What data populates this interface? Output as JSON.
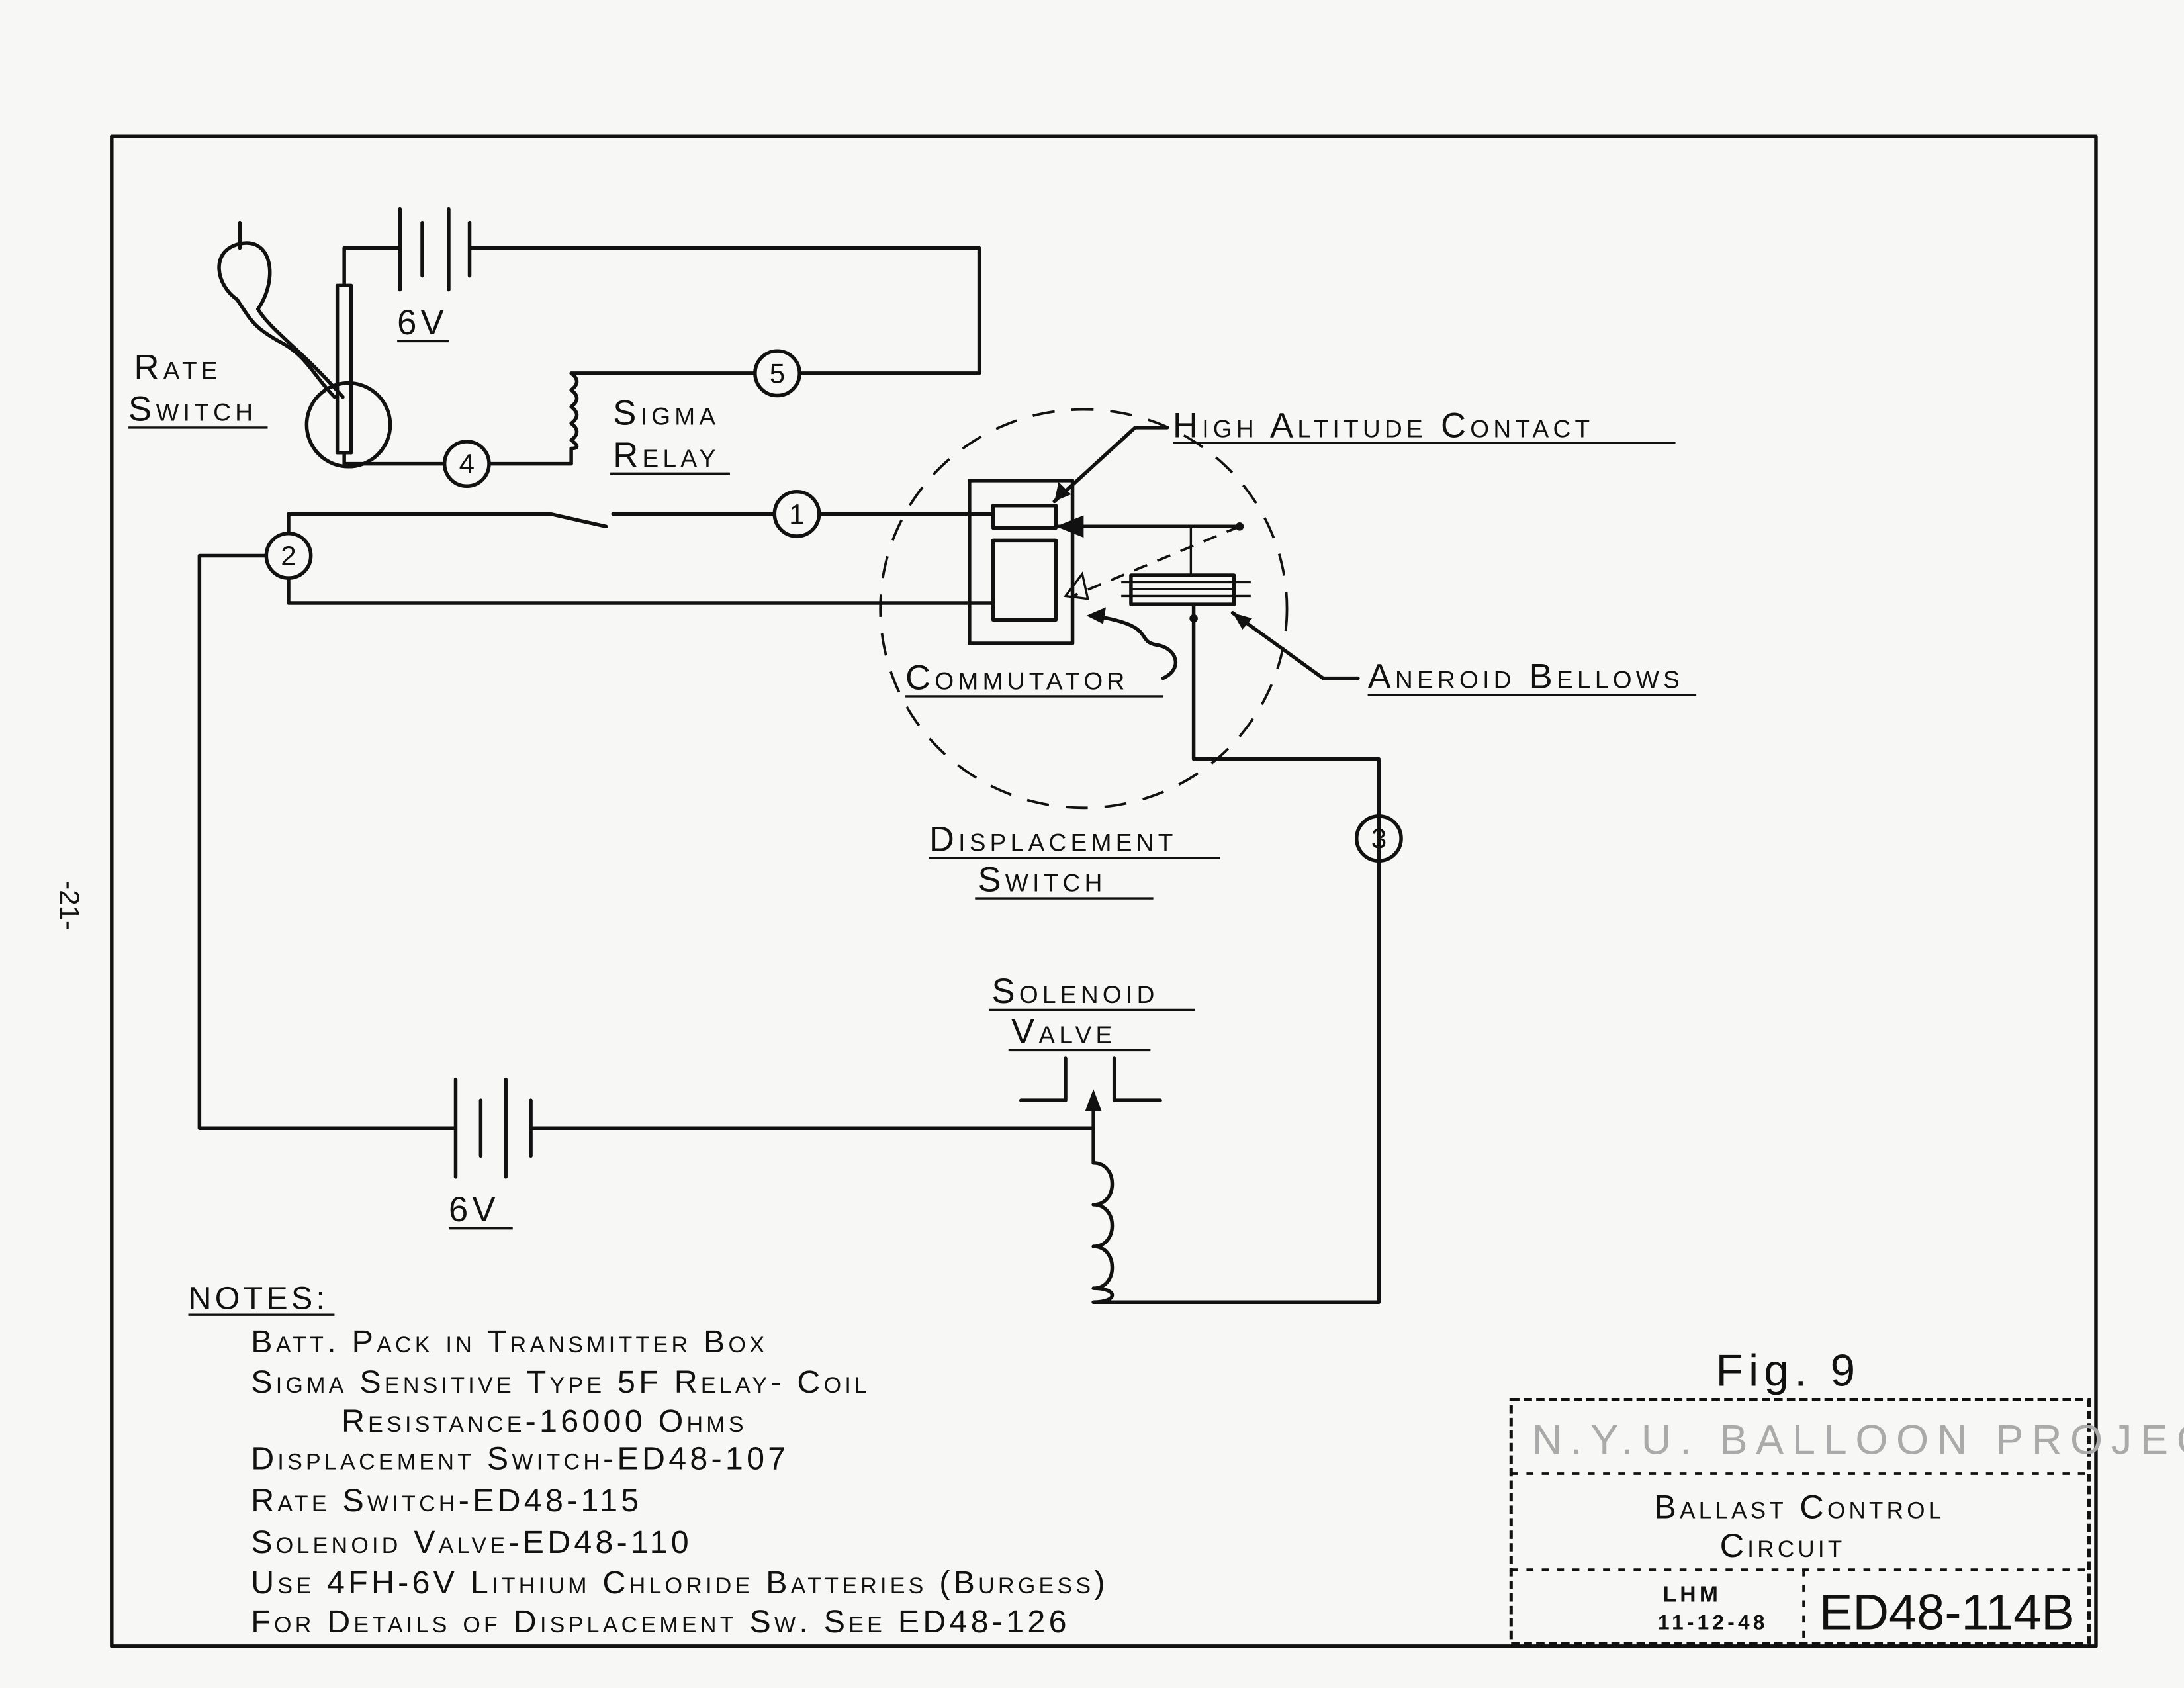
{
  "page_number": "-21-",
  "labels": {
    "rate_switch": [
      "Rate",
      "Switch"
    ],
    "battery_top": "6V",
    "sigma_relay": [
      "Sigma",
      "Relay"
    ],
    "high_altitude_contact": "High Altitude Contact",
    "commutator": "Commutator",
    "aneroid_bellows": "Aneroid Bellows",
    "displacement_switch": [
      "Displacement",
      "Switch"
    ],
    "solenoid_valve": [
      "Solenoid",
      "Valve"
    ],
    "battery_bottom": "6V"
  },
  "terminals": [
    "1",
    "2",
    "3",
    "4",
    "5"
  ],
  "notes": {
    "heading": "NOTES:",
    "items": [
      "Batt. Pack in Transmitter Box",
      "Sigma Sensitive Type 5F Relay- Coil",
      "Resistance-16000 Ohms",
      "Displacement Switch-ED48-107",
      "Rate Switch-ED48-115",
      "Solenoid Valve-ED48-110",
      "Use 4FH-6V Lithium Chloride Batteries (Burgess)",
      "For Details of Displacement Sw. See ED48-126"
    ]
  },
  "title_block": {
    "figure": "Fig. 9",
    "stamp": "N.Y.U. BALLOON PROJECT",
    "title": [
      "Ballast Control",
      "Circuit"
    ],
    "drawn_by": "LHM",
    "date": "11-12-48",
    "drawing_number": "ED48-114B"
  }
}
